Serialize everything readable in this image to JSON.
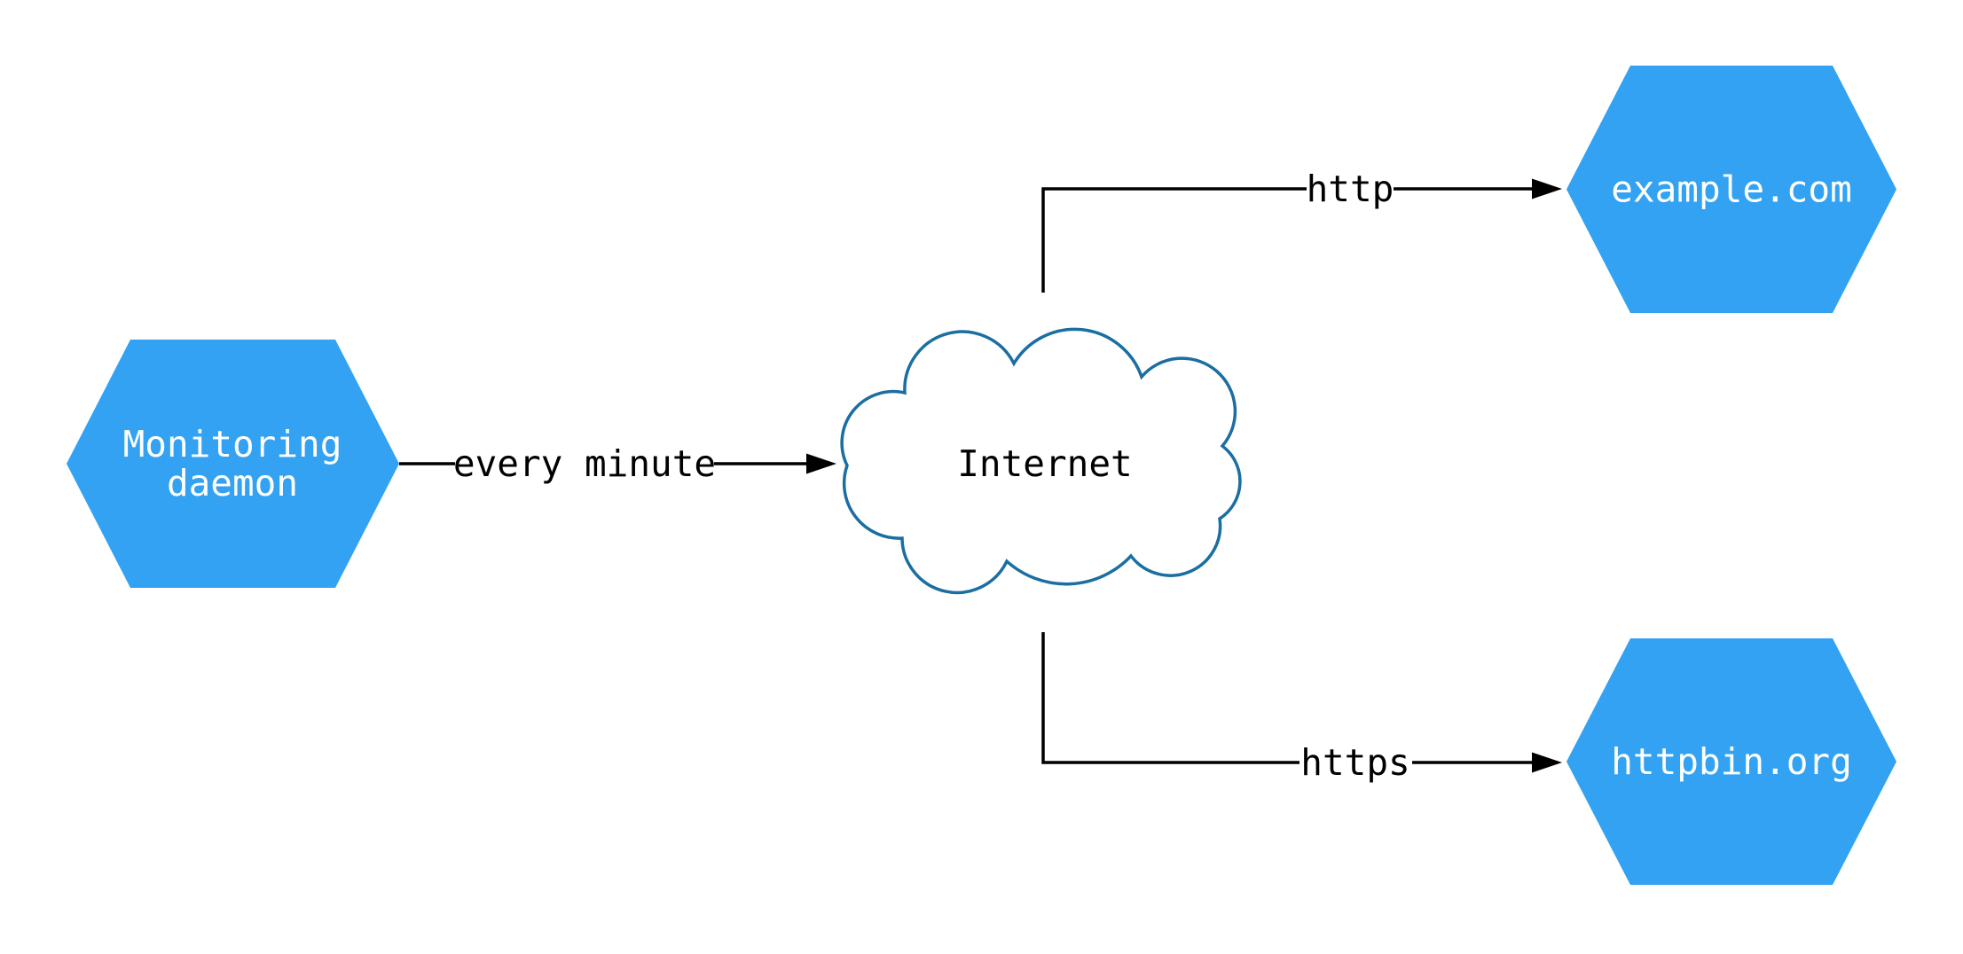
{
  "diagram": {
    "type": "network-diagram",
    "background": "#ffffff",
    "colors": {
      "node_fill": "#33A2F2",
      "node_text": "#ffffff",
      "cloud_stroke": "#1B6EA1",
      "cloud_fill": "#ffffff",
      "cloud_text": "#000000",
      "edge_color": "#000000",
      "edge_label_color": "#000000"
    },
    "nodes": [
      {
        "id": "monitoring-daemon",
        "shape": "hexagon",
        "label": "Monitoring daemon",
        "label_lines": [
          "Monitoring",
          "daemon"
        ]
      },
      {
        "id": "internet",
        "shape": "cloud",
        "label": "Internet"
      },
      {
        "id": "example-com",
        "shape": "hexagon",
        "label": "example.com"
      },
      {
        "id": "httpbin-org",
        "shape": "hexagon",
        "label": "httpbin.org"
      }
    ],
    "edges": [
      {
        "from": "monitoring-daemon",
        "to": "internet",
        "label": "every minute",
        "direction": "right"
      },
      {
        "from": "internet",
        "to": "example-com",
        "label": "http",
        "direction": "up-right"
      },
      {
        "from": "internet",
        "to": "httpbin-org",
        "label": "https",
        "direction": "down-right"
      }
    ]
  }
}
